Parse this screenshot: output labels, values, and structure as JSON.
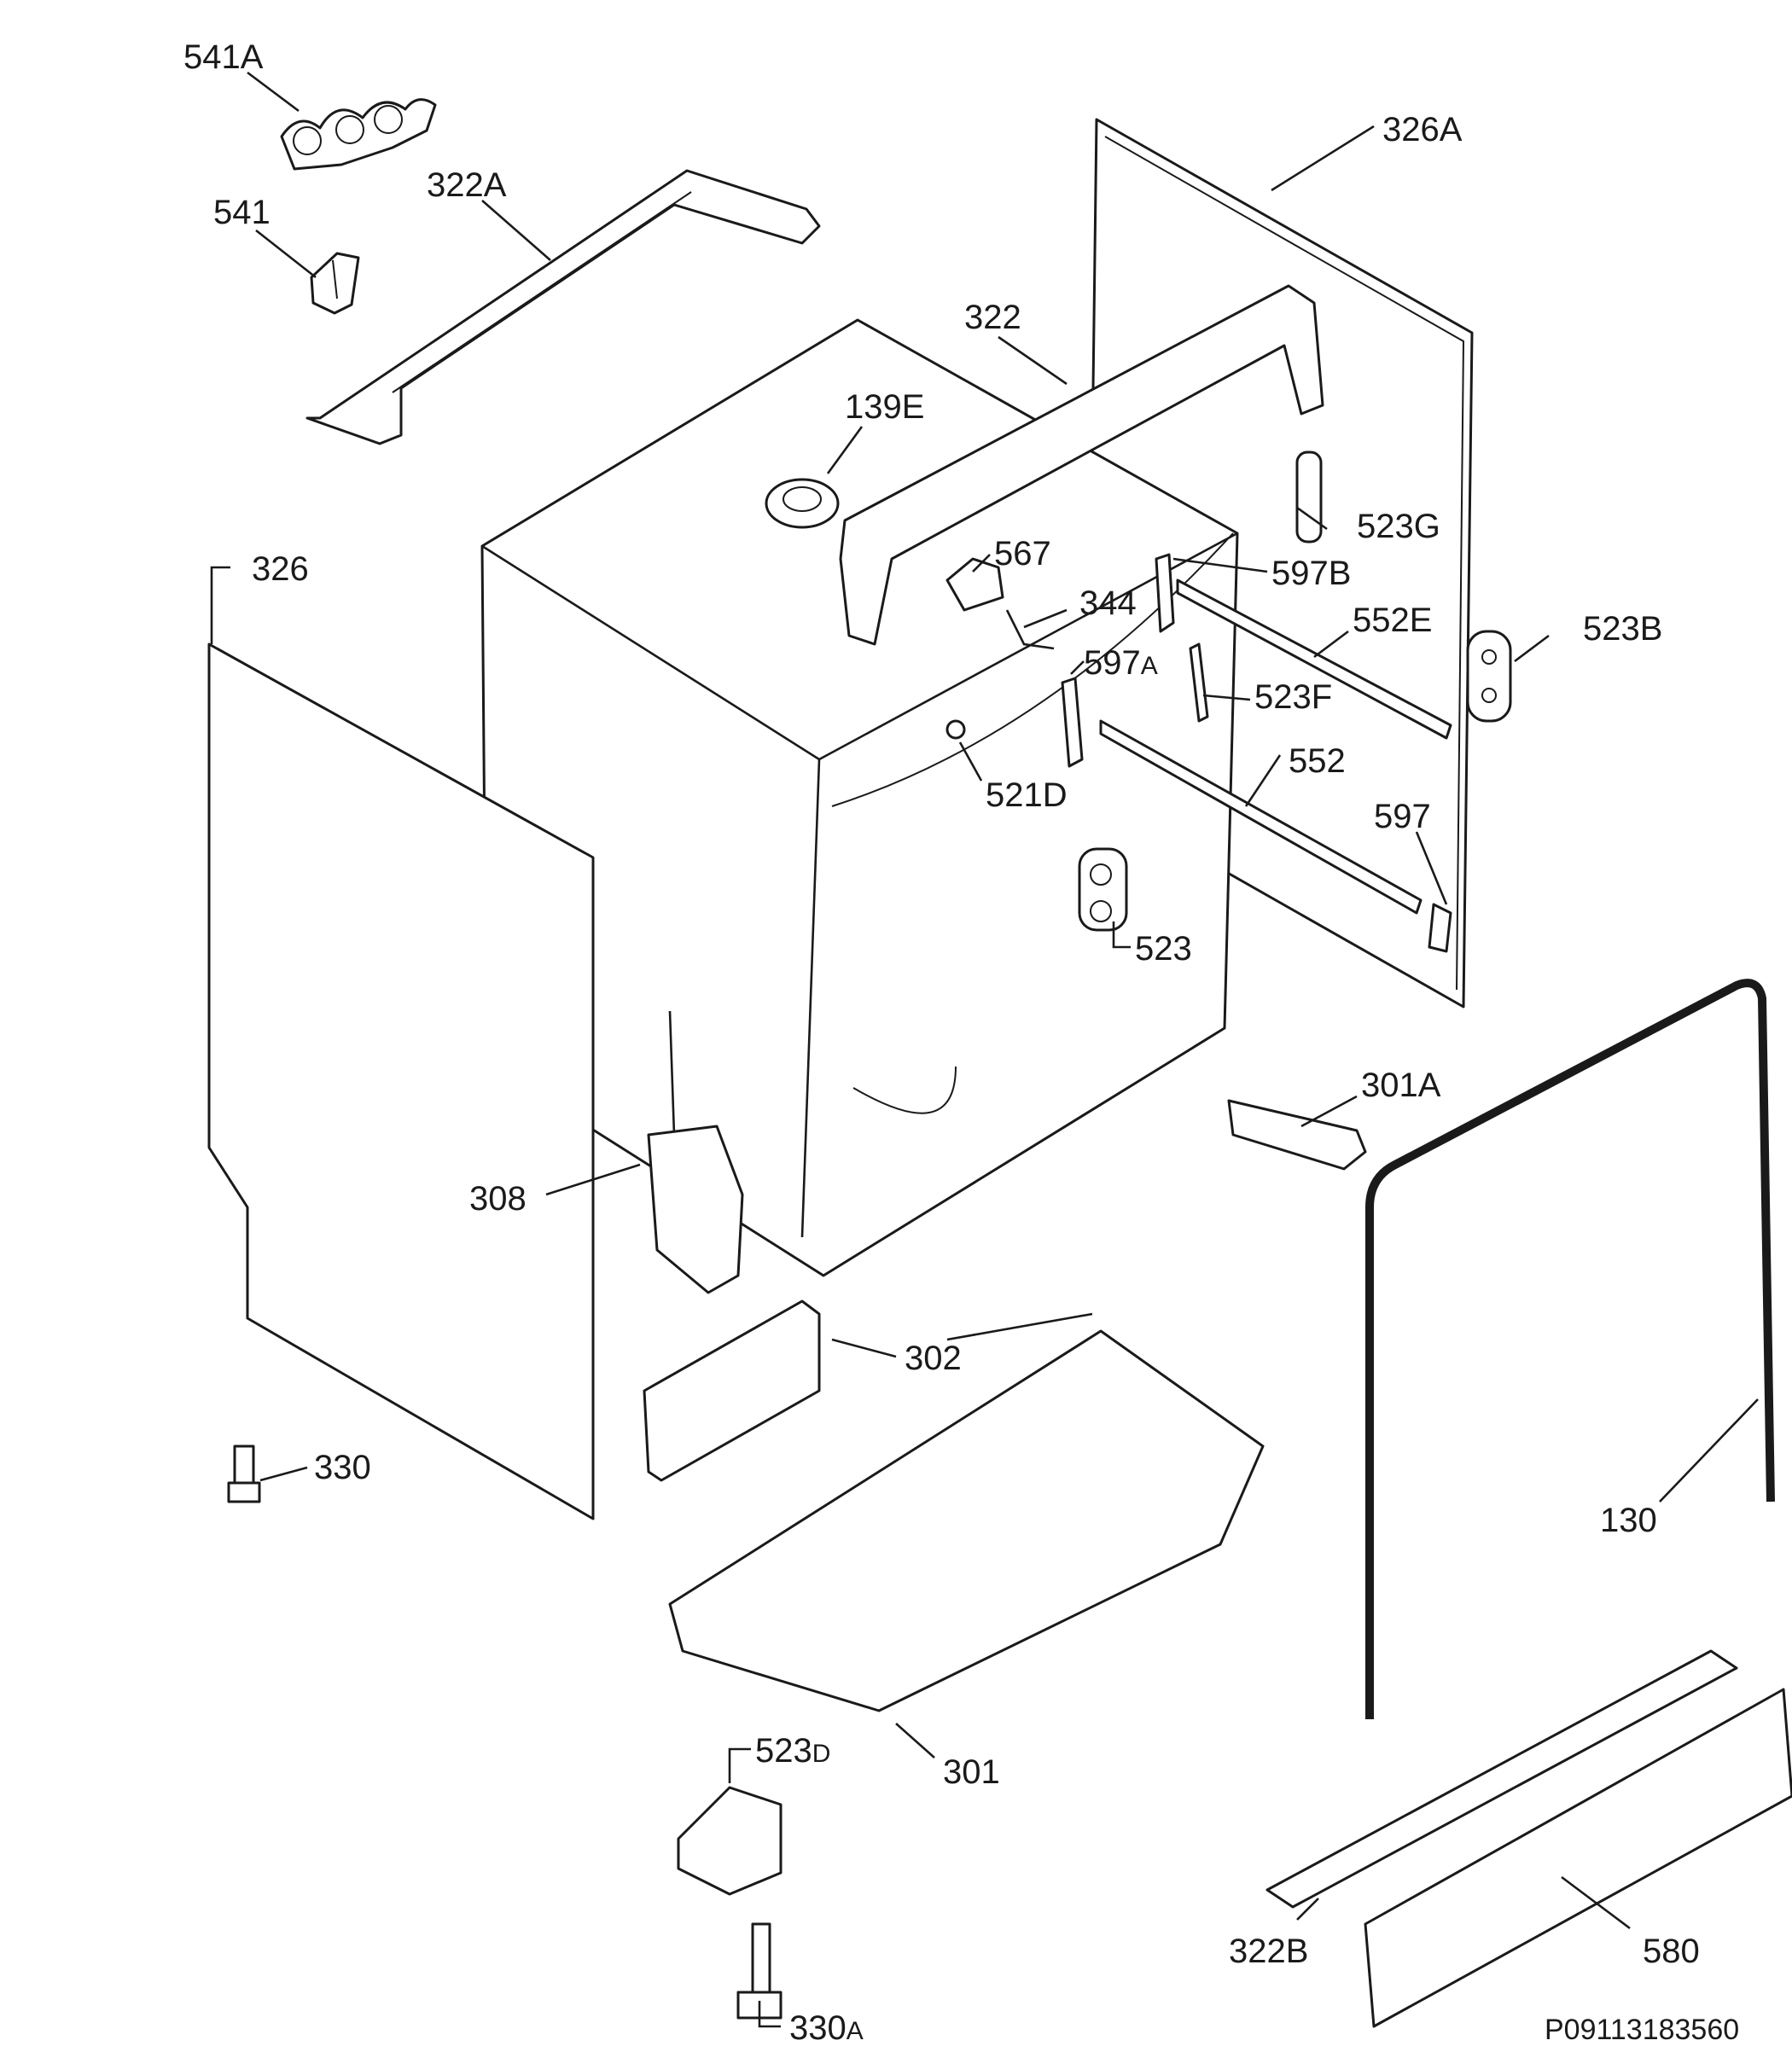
{
  "diagram": {
    "drawing_number": "P09113183560",
    "labels": [
      {
        "id": "541A",
        "main": "541",
        "suffix": "A"
      },
      {
        "id": "541",
        "main": "541",
        "suffix": ""
      },
      {
        "id": "322A",
        "main": "322",
        "suffix": "A"
      },
      {
        "id": "326A",
        "main": "326",
        "suffix": "A"
      },
      {
        "id": "322",
        "main": "322",
        "suffix": ""
      },
      {
        "id": "139E",
        "main": "139",
        "suffix": "E"
      },
      {
        "id": "523G",
        "main": "523",
        "suffix": "G"
      },
      {
        "id": "326",
        "main": "326",
        "suffix": ""
      },
      {
        "id": "567",
        "main": "567",
        "suffix": ""
      },
      {
        "id": "597B",
        "main": "597",
        "suffix": "B"
      },
      {
        "id": "344",
        "main": "344",
        "suffix": ""
      },
      {
        "id": "552E",
        "main": "552",
        "suffix": "E"
      },
      {
        "id": "523B",
        "main": "523",
        "suffix": "B"
      },
      {
        "id": "597A",
        "main": "597",
        "suffix": "A"
      },
      {
        "id": "523F",
        "main": "523",
        "suffix": "F"
      },
      {
        "id": "521D",
        "main": "521",
        "suffix": "D"
      },
      {
        "id": "552",
        "main": "552",
        "suffix": ""
      },
      {
        "id": "597",
        "main": "597",
        "suffix": ""
      },
      {
        "id": "523",
        "main": "523",
        "suffix": ""
      },
      {
        "id": "301A",
        "main": "301",
        "suffix": "A"
      },
      {
        "id": "308",
        "main": "308",
        "suffix": ""
      },
      {
        "id": "302",
        "main": "302",
        "suffix": ""
      },
      {
        "id": "330",
        "main": "330",
        "suffix": ""
      },
      {
        "id": "130",
        "main": "130",
        "suffix": ""
      },
      {
        "id": "523D",
        "main": "523",
        "suffix": "D"
      },
      {
        "id": "301",
        "main": "301",
        "suffix": ""
      },
      {
        "id": "322B",
        "main": "322",
        "suffix": "B"
      },
      {
        "id": "580",
        "main": "580",
        "suffix": ""
      },
      {
        "id": "330A",
        "main": "330",
        "suffix": "A"
      }
    ]
  }
}
